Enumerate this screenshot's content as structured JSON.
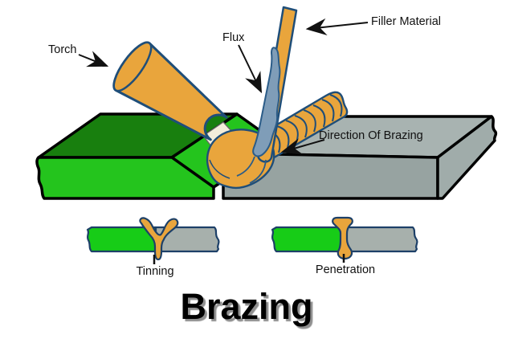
{
  "title": {
    "text": "Brazing"
  },
  "labels": {
    "torch": "Torch",
    "flux": "Flux",
    "filler_material": "Filler Material",
    "direction_of_brazing": "Direction Of Brazing",
    "tinning": "Tinning",
    "penetration": "Penetration"
  },
  "colors": {
    "plate_left_top": "#187f0e",
    "plate_left_front": "#24c41d",
    "plate_right_top": "#a8b3b1",
    "plate_right_front": "#97a3a1",
    "plate_right_end": "#a0acaa",
    "filler_orange": "#e9a53c",
    "flux_coating": "#7f9db8",
    "outline_navy": "#1f4e79",
    "flame_cream": "#f3edda",
    "section_green": "#17cc17",
    "section_gray": "#a7b0ac",
    "section_outline": "#1d4068",
    "plate_outline": "#000000",
    "label_color": "#111111"
  }
}
